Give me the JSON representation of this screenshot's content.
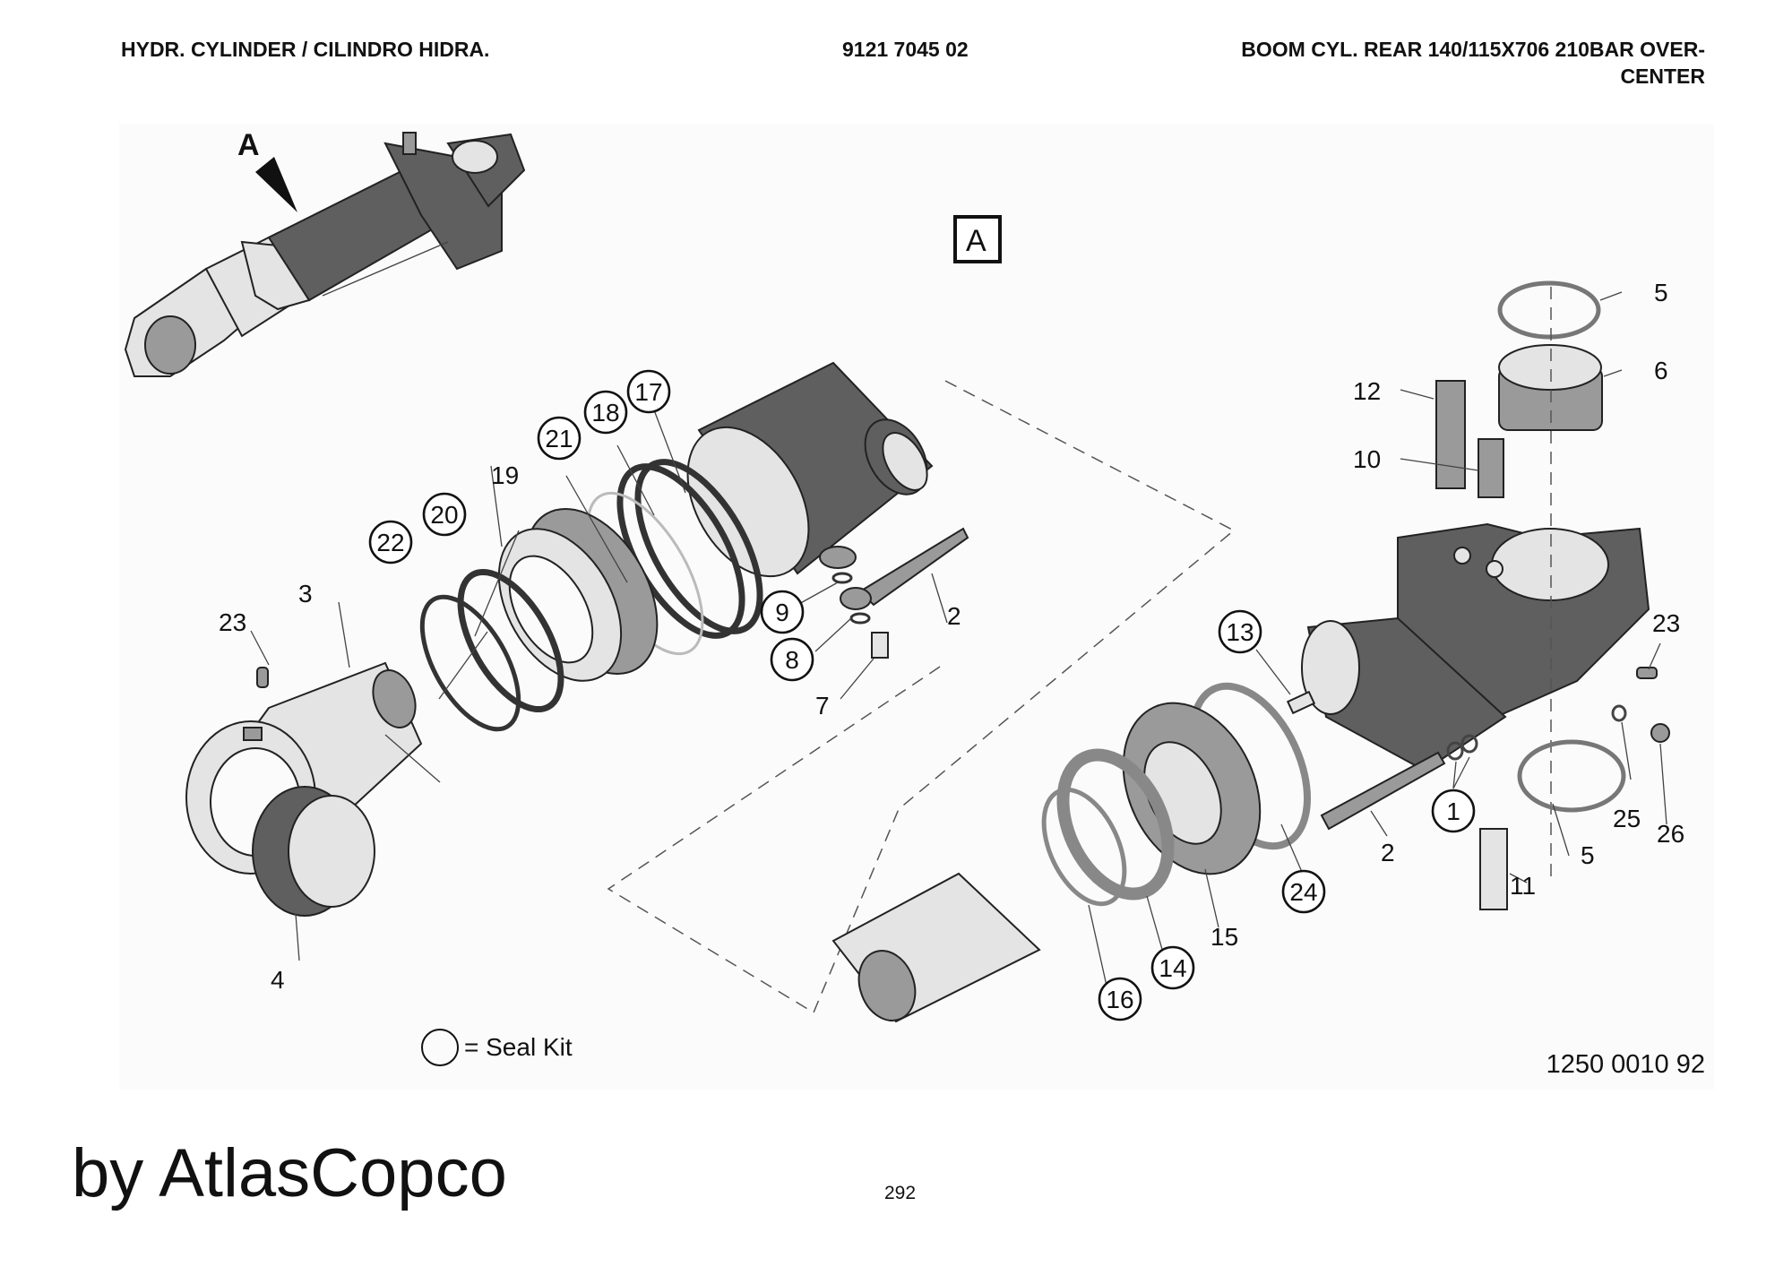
{
  "header": {
    "title": "HYDR. CYLINDER / CILINDRO HIDRA.",
    "part_number": "9121 7045 02",
    "description_line1": "BOOM CYL. REAR 140/115X706 210BAR OVER-",
    "description_line2": "CENTER"
  },
  "view_marker": {
    "overview_label": "A",
    "section_box_label": "A"
  },
  "callouts": {
    "c1": "1",
    "c2a": "2",
    "c2b": "2",
    "c3": "3",
    "c4": "4",
    "c5a": "5",
    "c5b": "5",
    "c6": "6",
    "c7": "7",
    "c8": "8",
    "c9": "9",
    "c10": "10",
    "c11": "11",
    "c12": "12",
    "c13": "13",
    "c14": "14",
    "c15": "15",
    "c16": "16",
    "c17": "17",
    "c18": "18",
    "c19": "19",
    "c20": "20",
    "c21": "21",
    "c22": "22",
    "c23a": "23",
    "c23b": "23",
    "c24": "24",
    "c25": "25",
    "c26": "26"
  },
  "legend": {
    "seal_kit": "= Seal Kit"
  },
  "drawing_number": "1250 0010 92",
  "brand": "by AtlasCopco",
  "page_number": "292"
}
